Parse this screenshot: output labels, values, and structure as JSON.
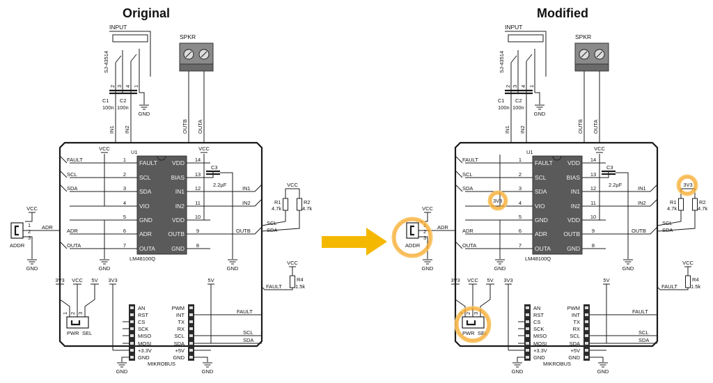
{
  "titles": {
    "original": "Original",
    "modified": "Modified"
  },
  "input_block": {
    "label": "INPUT",
    "part": "SJ-43514",
    "pins": [
      "2",
      "3",
      "4",
      "1"
    ]
  },
  "speaker": {
    "label": "SPKR"
  },
  "caps_in": {
    "c1": "C1",
    "c1_val": "100n",
    "c2": "C2",
    "c2_val": "100n"
  },
  "gnd": "GND",
  "vcc": "VCC",
  "nets": {
    "in1": "IN1",
    "in2": "IN2",
    "outb": "OUTB",
    "outa": "OUTA",
    "fault": "FAULT",
    "scl": "SCL",
    "sda": "SDA",
    "adr": "ADR"
  },
  "chip": {
    "ref": "U1",
    "part": "LM48100Q",
    "left_pins": [
      {
        "num": "1",
        "name": "FAULT",
        "net": "FAULT"
      },
      {
        "num": "2",
        "name": "SCL",
        "net": "SCL"
      },
      {
        "num": "3",
        "name": "SDA",
        "net": "SDA"
      },
      {
        "num": "4",
        "name": "VIO",
        "net": ""
      },
      {
        "num": "5",
        "name": "GND",
        "net": ""
      },
      {
        "num": "6",
        "name": "ADR",
        "net": "ADR"
      },
      {
        "num": "7",
        "name": "OUTA",
        "net": "OUTA"
      }
    ],
    "right_pins": [
      {
        "num": "14",
        "name": "VDD"
      },
      {
        "num": "13",
        "name": "BIAS"
      },
      {
        "num": "12",
        "name": "IN1"
      },
      {
        "num": "11",
        "name": "IN2"
      },
      {
        "num": "10",
        "name": "VDD"
      },
      {
        "num": "9",
        "name": "OUTB"
      },
      {
        "num": "8",
        "name": "GND"
      }
    ]
  },
  "c3": {
    "ref": "C3",
    "val": "2.2µF"
  },
  "pullups": {
    "r1": "R1",
    "r1_val": "4.7k",
    "r2": "R2",
    "r2_val": "4.7k"
  },
  "r4": {
    "ref": "R4",
    "val": "1.5k"
  },
  "addr_jumper": {
    "label": "ADDR",
    "pins": [
      "1",
      "2",
      "3"
    ]
  },
  "pwr_jumper": {
    "label_pwr": "PWR",
    "label_sel": "SEL",
    "pins": [
      "1",
      "2",
      "3"
    ],
    "rails": [
      "3V3",
      "VCC",
      "5V"
    ]
  },
  "rails": {
    "v33": "3V3",
    "v5": "5V"
  },
  "mikrobus": {
    "label": "MIKROBUS",
    "left": [
      "AN",
      "RST",
      "CS",
      "SCK",
      "MISO",
      "MOSI",
      "+3.3V",
      "GND"
    ],
    "right": [
      "PWM",
      "INT",
      "TX",
      "RX",
      "SCL",
      "SDA",
      "+5V",
      "GND"
    ]
  },
  "modified_annotations": {
    "vio_rail": "3V3",
    "pullup_rail": "3V3"
  },
  "colors": {
    "arrow": "#f5b800",
    "highlight": "#f5a623",
    "chip_body": "#5a5a5a",
    "terminal": "#7a7a7a"
  }
}
